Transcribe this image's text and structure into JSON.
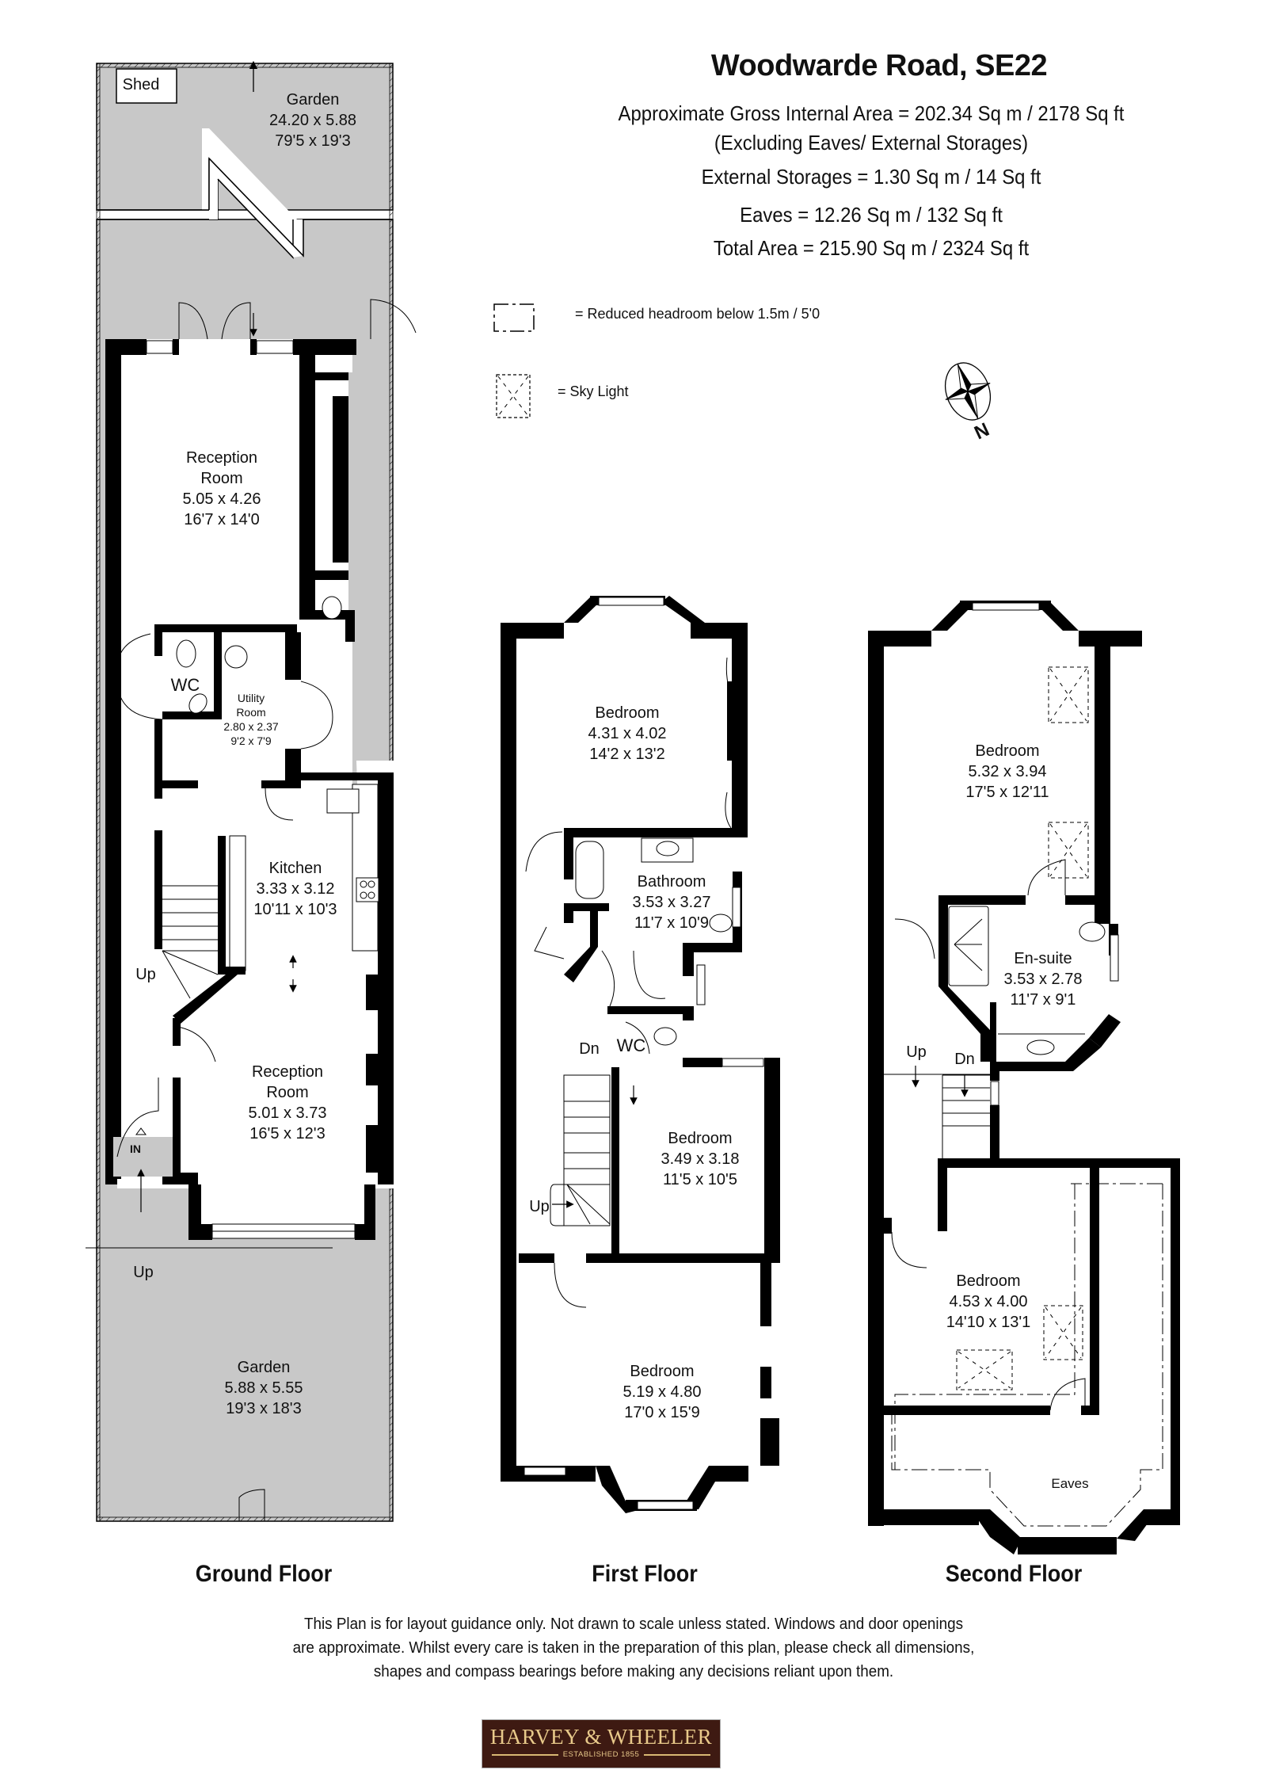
{
  "header": {
    "title": "Woodwarde Road, SE22",
    "areas": [
      "Approximate Gross Internal Area = 202.34 Sq m / 2178 Sq ft",
      "(Excluding Eaves/ External Storages)",
      "External Storages = 1.30 Sq m / 14 Sq ft",
      "Eaves = 12.26 Sq m / 132 Sq ft",
      "Total Area = 215.90 Sq m / 2324 Sq ft"
    ]
  },
  "legend": {
    "reduced_headroom": "= Reduced headroom below 1.5m / 5'0",
    "sky_light": "= Sky Light",
    "compass_label": "N"
  },
  "ground_floor": {
    "label": "Ground Floor",
    "rooms": {
      "shed": "Shed",
      "rear_garden": {
        "name": "Garden",
        "metric": "24.20 x 5.88",
        "imperial": "79'5 x 19'3"
      },
      "reception_rear": {
        "name1": "Reception",
        "name2": "Room",
        "metric": "5.05 x 4.26",
        "imperial": "16'7 x 14'0"
      },
      "wc": "WC",
      "utility": {
        "name1": "Utility",
        "name2": "Room",
        "metric": "2.80 x 2.37",
        "imperial": "9'2 x 7'9"
      },
      "kitchen": {
        "name": "Kitchen",
        "metric": "3.33 x 3.12",
        "imperial": "10'11 x 10'3"
      },
      "reception_front": {
        "name1": "Reception",
        "name2": "Room",
        "metric": "5.01 x 3.73",
        "imperial": "16'5 x 12'3"
      },
      "front_garden": {
        "name": "Garden",
        "metric": "5.88 x 5.55",
        "imperial": "19'3 x 18'3"
      }
    },
    "stair_up": "Up",
    "entrance": "IN",
    "front_step_up": "Up"
  },
  "first_floor": {
    "label": "First Floor",
    "rooms": {
      "bedroom_rear": {
        "name": "Bedroom",
        "metric": "4.31 x 4.02",
        "imperial": "14'2 x 13'2"
      },
      "bathroom": {
        "name": "Bathroom",
        "metric": "3.53 x 3.27",
        "imperial": "11'7 x 10'9"
      },
      "wc": "WC",
      "bedroom_middle": {
        "name": "Bedroom",
        "metric": "3.49 x 3.18",
        "imperial": "11'5 x 10'5"
      },
      "bedroom_front": {
        "name": "Bedroom",
        "metric": "5.19 x 4.80",
        "imperial": "17'0 x 15'9"
      }
    },
    "stair_down": "Dn",
    "stair_up": "Up"
  },
  "second_floor": {
    "label": "Second Floor",
    "rooms": {
      "bedroom_rear": {
        "name": "Bedroom",
        "metric": "5.32 x 3.94",
        "imperial": "17'5 x 12'11"
      },
      "ensuite": {
        "name": "En-suite",
        "metric": "3.53 x 2.78",
        "imperial": "11'7 x 9'1"
      },
      "bedroom_front": {
        "name": "Bedroom",
        "metric": "4.53 x 4.00",
        "imperial": "14'10 x 13'1"
      },
      "eaves": "Eaves"
    },
    "stair_up": "Up",
    "stair_down": "Dn"
  },
  "footer": {
    "disclaimer": [
      "This Plan is for layout guidance only. Not drawn to scale unless stated. Windows and door openings",
      "are approximate. Whilst every care is taken in the preparation of this plan, please check all dimensions,",
      "shapes and compass bearings before making any decisions reliant upon them."
    ],
    "logo_brand": "HARVEY & WHEELER",
    "logo_tagline": "ESTABLISHED 1855"
  },
  "colors": {
    "wall": "#000000",
    "outdoor_fill": "#c8c8c8",
    "logo_bg": "#3e1a12",
    "logo_text": "#e8c98a"
  }
}
